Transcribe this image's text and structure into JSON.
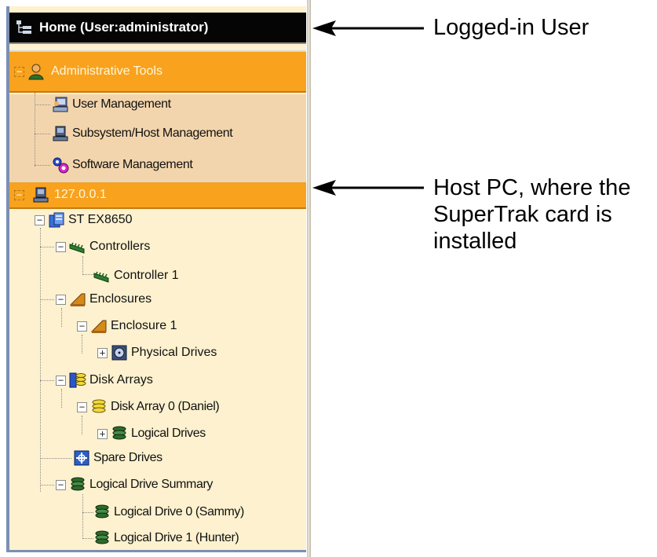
{
  "header": {
    "home_label": "Home (User:administrator)"
  },
  "admin_tools": {
    "label": "Administrative Tools",
    "items": [
      {
        "label": "User Management",
        "icon": "user-management-icon"
      },
      {
        "label": "Subsystem/Host Management",
        "icon": "host-icon"
      },
      {
        "label": "Software Management",
        "icon": "software-icon"
      }
    ]
  },
  "host": {
    "label": "127.0.0.1"
  },
  "tree": {
    "subsystem": "ST EX8650",
    "controllers": "Controllers",
    "controller_1": "Controller 1",
    "enclosures": "Enclosures",
    "enclosure_1": "Enclosure 1",
    "physical_drives": "Physical Drives",
    "disk_arrays": "Disk Arrays",
    "disk_array_0": "Disk Array 0 (Daniel)",
    "logical_drives": "Logical Drives",
    "spare_drives": "Spare Drives",
    "logical_drive_summary": "Logical Drive Summary",
    "logical_drive_0": "Logical Drive 0 (Sammy)",
    "logical_drive_1": "Logical Drive 1 (Hunter)"
  },
  "toggles": {
    "expanded": "−",
    "collapsed": "+"
  },
  "annotations": {
    "logged_in_user": "Logged-in User",
    "host_pc_lines": [
      "Host PC, where the",
      "SuperTrak card is",
      "installed"
    ]
  },
  "colors": {
    "header_bar": "#050505",
    "orange_bar": "#f8a21e",
    "tree_background": "#fdf1cf",
    "admin_background": "#f3d5ad"
  }
}
